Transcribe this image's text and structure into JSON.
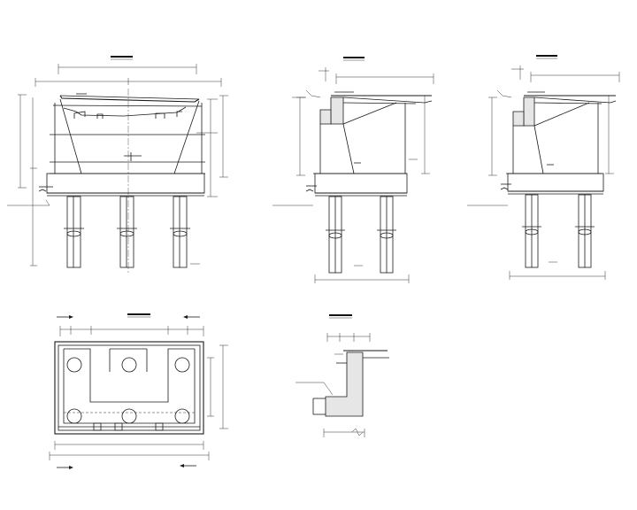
{
  "drawing": {
    "views": [
      {
        "id": "front-view",
        "title": ""
      },
      {
        "id": "side-view-1",
        "title": ""
      },
      {
        "id": "side-view-2",
        "title": ""
      },
      {
        "id": "plan-view",
        "title": ""
      },
      {
        "id": "detail-view",
        "title": ""
      }
    ]
  },
  "colors": {
    "line": "#1a1a1a",
    "background": "#ffffff",
    "concrete_fill": "#e6e6e6"
  }
}
